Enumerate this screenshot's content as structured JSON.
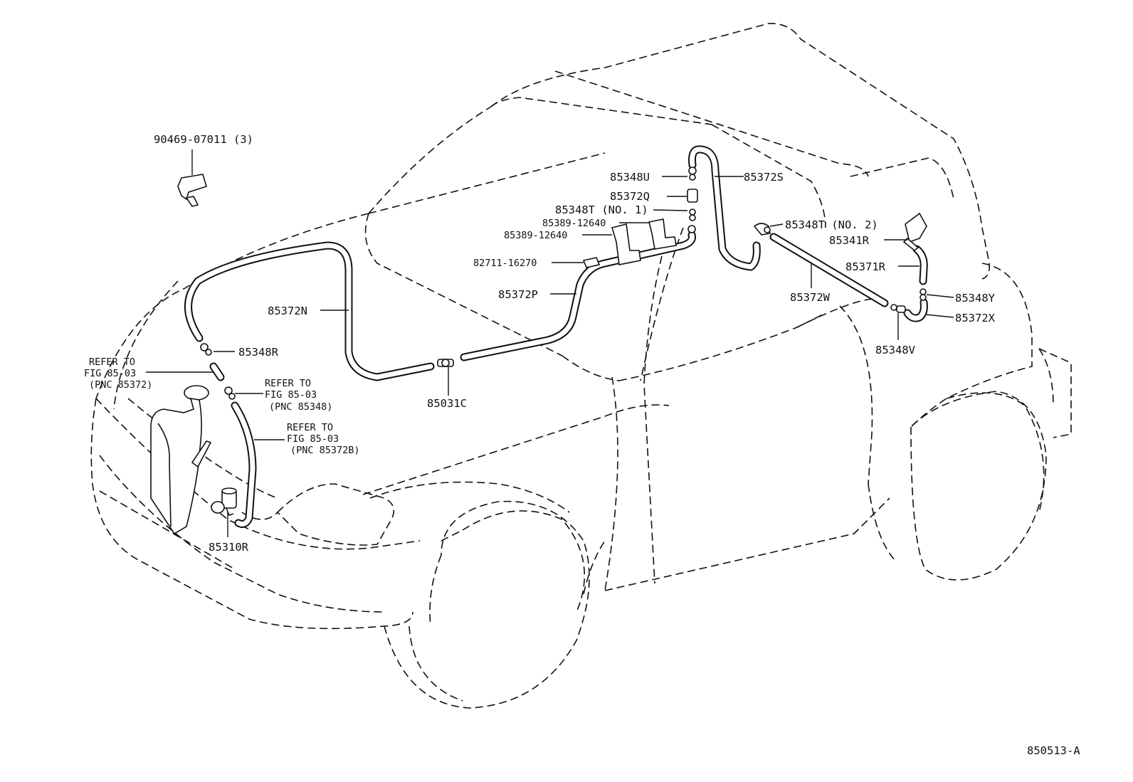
{
  "labels": {
    "p90469": "90469-07011 (3)",
    "p85348U": "85348U",
    "p85372S": "85372S",
    "p85372Q": "85372Q",
    "p85348T1": "85348T (NO. 1)",
    "p85389a": "85389-12640",
    "p85389b": "85389-12640",
    "p85348T2": "85348T (NO. 2)",
    "p85341R": "85341R",
    "p82711": "82711-16270",
    "p85371R": "85371R",
    "p85372P": "85372P",
    "p85372W": "85372W",
    "p85348Y": "85348Y",
    "p85372N": "85372N",
    "p85372X": "85372X",
    "p85348V": "85348V",
    "p85348R": "85348R",
    "p85031C": "85031C",
    "p85310R": "85310R",
    "diagram_id": "850513-A"
  },
  "refer_notes": [
    [
      "REFER TO",
      "FIG 85-03",
      "(PNC 85372)"
    ],
    [
      "REFER TO",
      "FIG 85-03",
      "(PNC 85348)"
    ],
    [
      "REFER TO",
      "FIG 85-03",
      "(PNC 85372B)"
    ]
  ]
}
